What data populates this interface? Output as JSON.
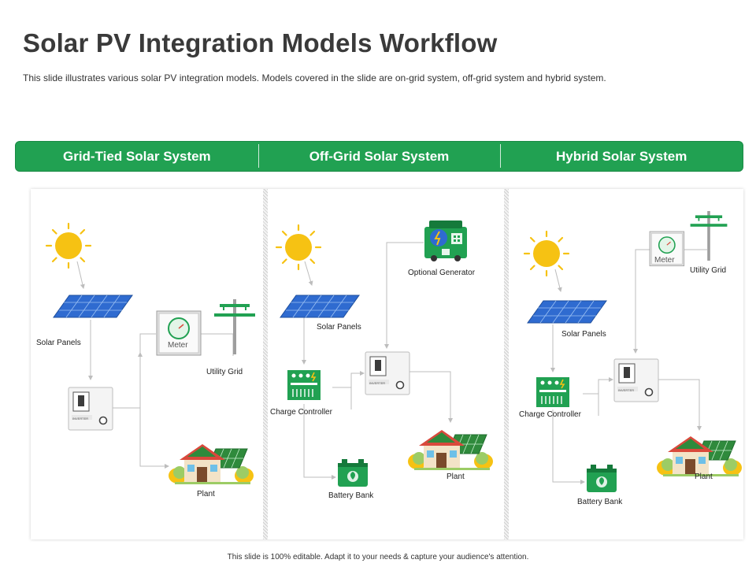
{
  "title": "Solar PV Integration Models Workflow",
  "subtitle": "This slide illustrates various solar PV integration models. Models covered  in the slide are on-grid  system, off-grid  system and hybrid system.",
  "columns": [
    {
      "heading": "Grid-Tied Solar System"
    },
    {
      "heading": "Off-Grid Solar System"
    },
    {
      "heading": "Hybrid Solar System"
    }
  ],
  "grid_tied": {
    "solar_panels": "Solar Panels",
    "meter": "Meter",
    "utility_grid": "Utility Grid",
    "plant": "Plant",
    "inverter": "INVERTER"
  },
  "off_grid": {
    "solar_panels": "Solar Panels",
    "optional_generator": "Optional Generator",
    "charge_controller": "Charge Controller",
    "battery_bank": "Battery Bank",
    "plant": "Plant",
    "inverter": "INVERTER"
  },
  "hybrid": {
    "solar_panels": "Solar Panels",
    "meter": "Meter",
    "utility_grid": "Utility Grid",
    "charge_controller": "Charge Controller",
    "battery_bank": "Battery Bank",
    "plant": "Plant",
    "inverter": "INVERTER"
  },
  "colors": {
    "accent": "#21a152",
    "sun": "#f6c213",
    "panel": "#2f6bd0",
    "house_roof": "#d9493c"
  },
  "footer": "This slide is 100% editable.  Adapt it to your needs & capture your audience's attention."
}
